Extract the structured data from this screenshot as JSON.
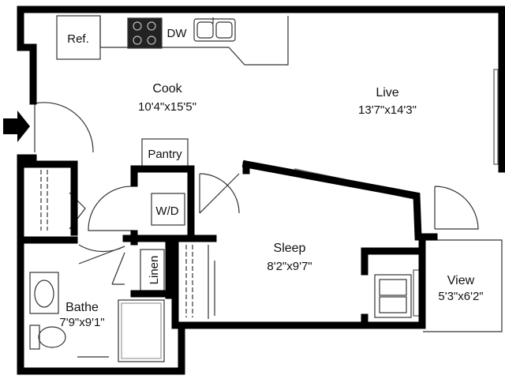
{
  "rooms": {
    "cook": {
      "name": "Cook",
      "dims": "10'4\"x15'5\""
    },
    "live": {
      "name": "Live",
      "dims": "13'7\"x14'3\""
    },
    "sleep": {
      "name": "Sleep",
      "dims": "8'2\"x9'7\""
    },
    "view": {
      "name": "View",
      "dims": "5'3\"x6'2\""
    },
    "bathe": {
      "name": "Bathe",
      "dims": "7'9\"x9'1\""
    }
  },
  "fixtures": {
    "ref": "Ref.",
    "dw": "DW",
    "pantry": "Pantry",
    "wd": "W/D",
    "linen": "Linen"
  },
  "colors": {
    "wall": "#000000",
    "line": "#333333",
    "fill": "#ffffff",
    "window": "#999999"
  }
}
